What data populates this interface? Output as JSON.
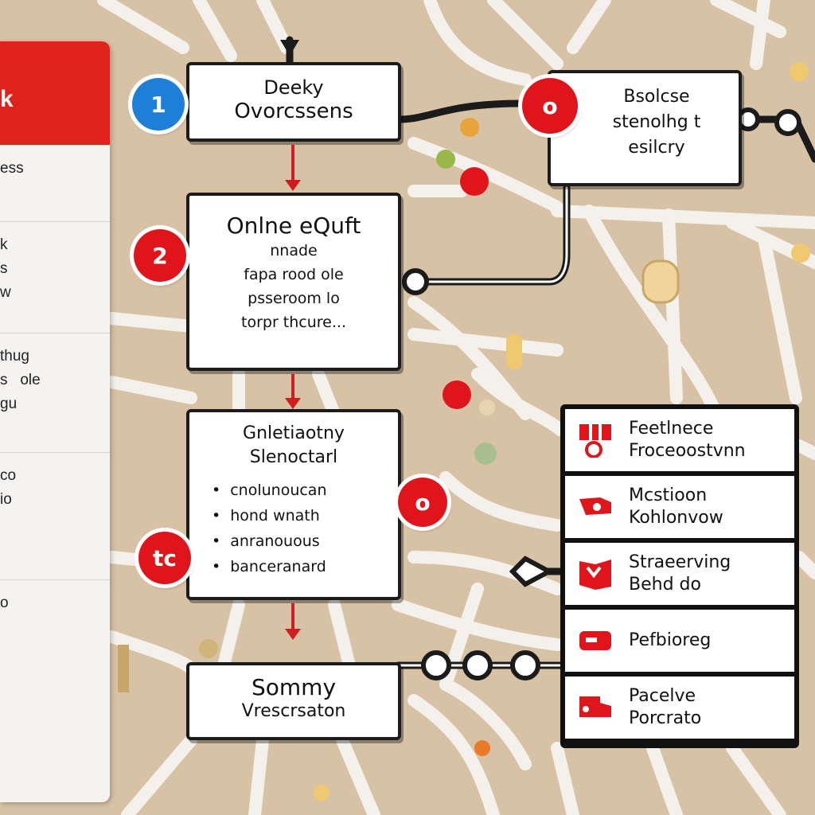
{
  "sidebar": {
    "header": "k",
    "items": [
      "ess",
      "k\ns\nw",
      "thug\ns   ole\ngu",
      "co\nio",
      "o"
    ]
  },
  "steps": [
    {
      "badge": "1",
      "title": "Deeky",
      "sub": "Ovorcssens",
      "bullets": []
    },
    {
      "badge": "2",
      "title": "Onlne eQuft",
      "sub": "nnade\nfapa rood ole\npsseroom lo\ntorpr thcure...",
      "bullets": []
    },
    {
      "badge": "tc",
      "title": "Gnletiaotny\nSlenoctarl",
      "sub": "",
      "bullets": [
        "cnolunoucan",
        "hond wnath",
        "anranouous",
        "banceranard"
      ]
    },
    {
      "badge": "",
      "title": "Sommy",
      "sub": "Vrescrsaton",
      "bullets": []
    }
  ],
  "top_right_box": {
    "badge": "o",
    "text": "Bsolcse\nstenolhg t\nesilcry"
  },
  "legend": [
    {
      "line1": "Feetlnece",
      "line2": "Froceoostvnn"
    },
    {
      "line1": "Mcstioon",
      "line2": "Kohlonvow"
    },
    {
      "line1": "Straeerving",
      "line2": "Behd do"
    },
    {
      "line1": "Pefbioreg",
      "line2": ""
    },
    {
      "line1": "Pacelve",
      "line2": "Porcrato"
    }
  ],
  "floating_badge": "o",
  "colors": {
    "accent": "#e0151b",
    "blue": "#1e7fd8",
    "map": "#d8c2a6",
    "road": "#f4f1ec"
  }
}
